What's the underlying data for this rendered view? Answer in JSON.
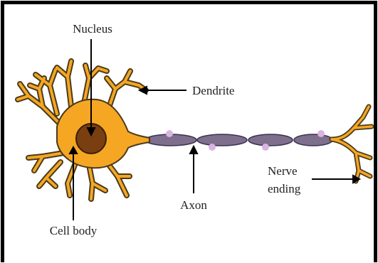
{
  "diagram": {
    "labels": {
      "nucleus": "Nucleus",
      "dendrite": "Dendrite",
      "axon": "Axon",
      "nerve_ending_line1": "Nerve",
      "nerve_ending_line2": "ending",
      "cell_body": "Cell body"
    },
    "colors": {
      "cell_body_fill": "#f5a623",
      "cell_body_stroke": "#4a3a1a",
      "nucleus_fill": "#7a3f10",
      "axon_fill": "#7e6f8c",
      "node_dot": "#d8b4e2",
      "border": "#000000"
    }
  }
}
